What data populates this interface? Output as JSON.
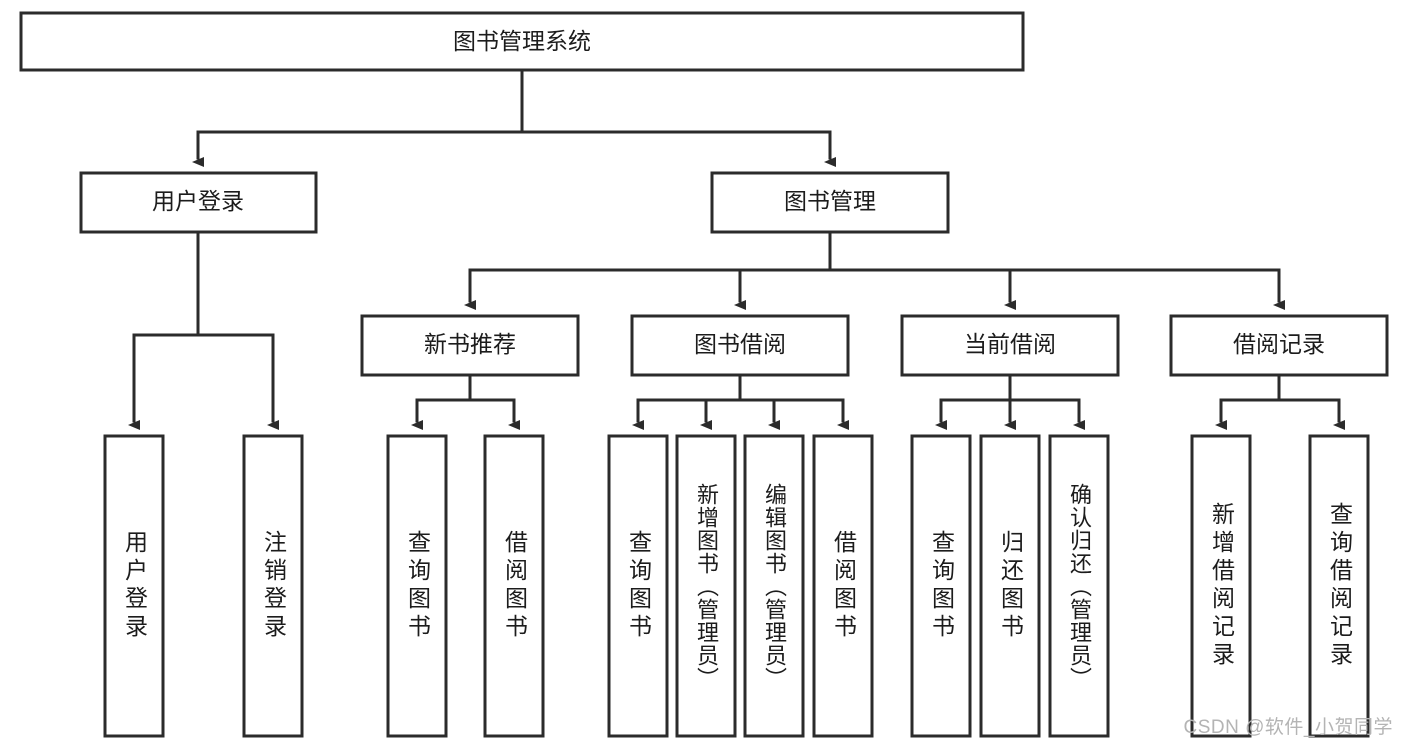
{
  "diagram": {
    "title": "图书管理系统",
    "type": "hierarchy-tree",
    "watermark": "CSDN @软件_小贺同学",
    "colors": {
      "box_stroke": "#2b2b2b",
      "box_fill": "#ffffff",
      "text": "#1c1c1c",
      "background": "#ffffff",
      "watermark": "#b4b4b4"
    },
    "levels": {
      "root": {
        "label": "图书管理系统"
      },
      "level2": [
        {
          "label": "用户登录"
        },
        {
          "label": "图书管理"
        }
      ],
      "level3": [
        {
          "label": "新书推荐"
        },
        {
          "label": "图书借阅"
        },
        {
          "label": "当前借阅"
        },
        {
          "label": "借阅记录"
        }
      ],
      "leaves": {
        "user_login": [
          {
            "label": "用户登录"
          },
          {
            "label": "注销登录"
          }
        ],
        "new_book": [
          {
            "label": "查询图书"
          },
          {
            "label": "借阅图书"
          }
        ],
        "book_borrow": [
          {
            "label": "查询图书"
          },
          {
            "label": "新增图书（管理员）"
          },
          {
            "label": "编辑图书（管理员）"
          },
          {
            "label": "借阅图书"
          }
        ],
        "current_borrow": [
          {
            "label": "查询图书"
          },
          {
            "label": "归还图书"
          },
          {
            "label": "确认归还（管理员）"
          }
        ],
        "borrow_record": [
          {
            "label": "新增借阅记录"
          },
          {
            "label": "查询借阅记录"
          }
        ]
      }
    }
  }
}
